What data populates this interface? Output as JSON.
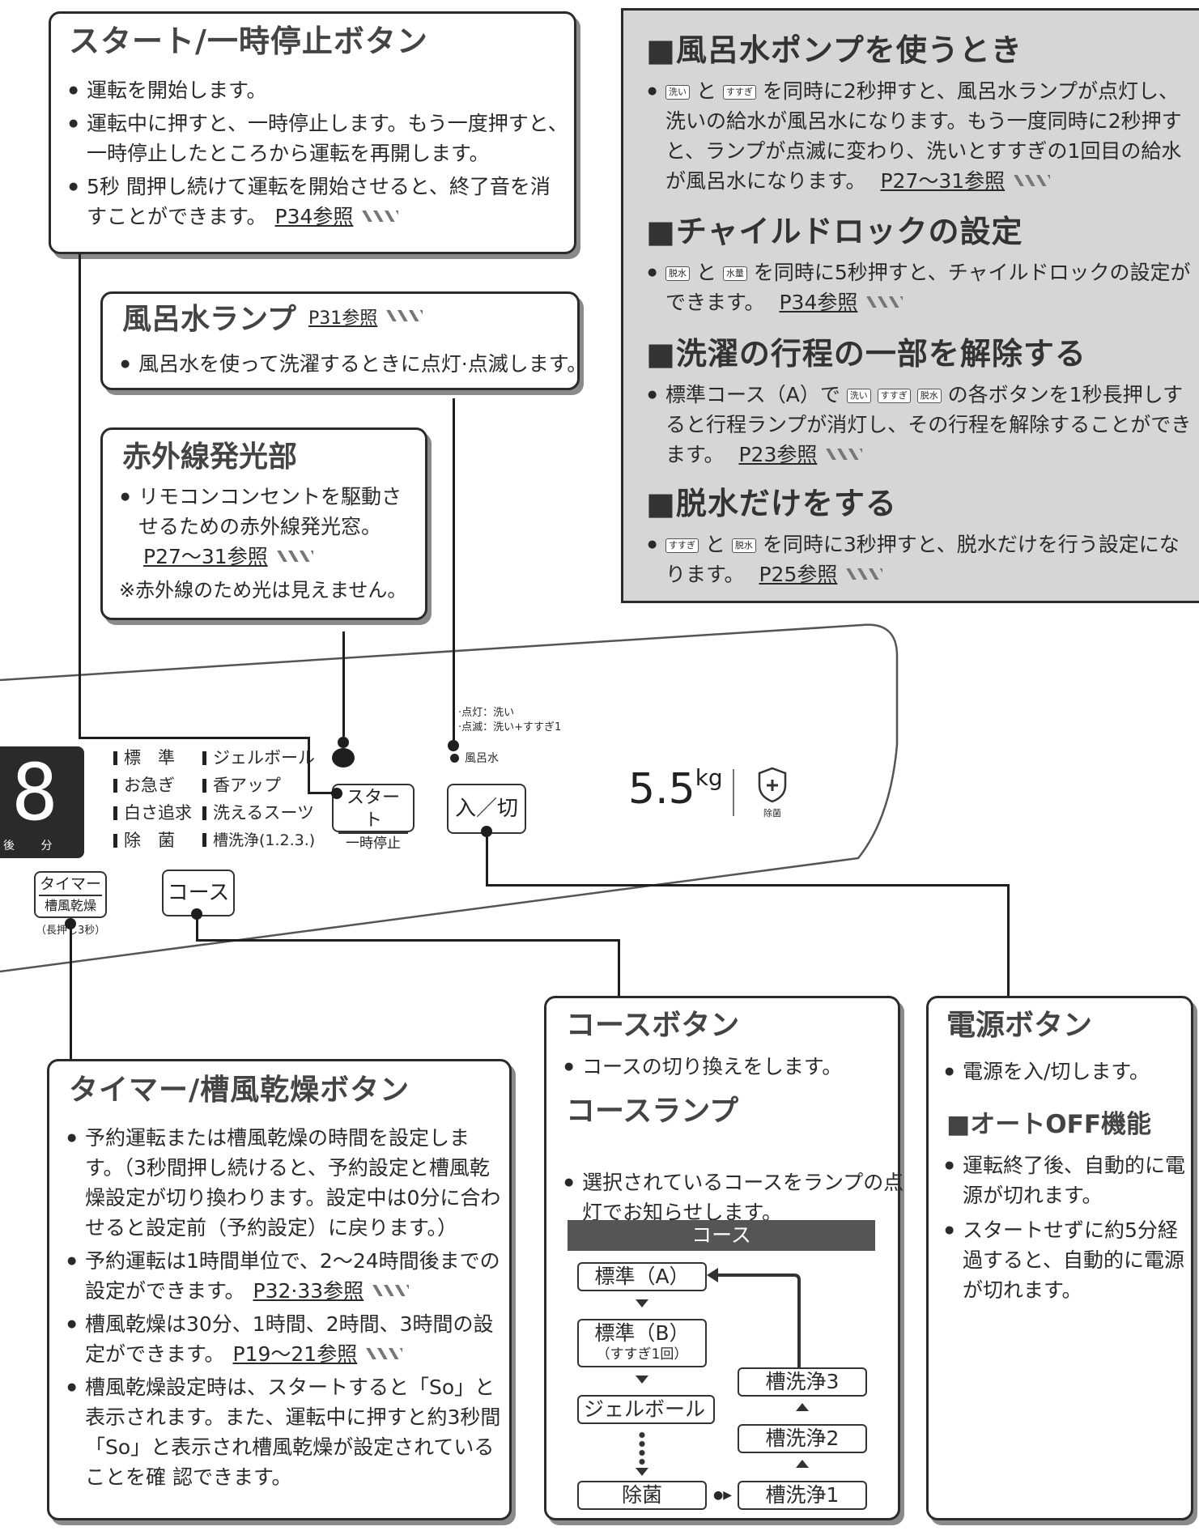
{
  "start_box": {
    "title": "スタート/一時停止ボタン",
    "items": [
      "運転を開始します。",
      "運転中に押すと、一時停止します。もう一度押すと、一時停止したところから運転を再開します。",
      "5秒 間押し続けて運転を開始させると、終了音を消すことができます。"
    ],
    "ref": "P34参照"
  },
  "furo_lamp_box": {
    "title": "風呂水ランプ",
    "ref": "P31参照",
    "item": "風呂水を使って洗濯するときに点灯·点滅します。"
  },
  "ir_box": {
    "title": "赤外線発光部",
    "item": "リモコンコンセントを駆動させるための赤外線発光窓。",
    "ref": "P27〜31参照",
    "note": "※赤外線のため光は見えません。"
  },
  "gray_panel": {
    "s1_title": "■風呂水ポンプを使うとき",
    "s1_k1": "洗い",
    "s1_and": "と",
    "s1_k2": "すすぎ",
    "s1_text": "を同時に2秒押すと、風呂水ランプが点灯し、洗いの給水が風呂水になります。もう一度同時に2秒押すと、ランプが点滅に変わり、洗いとすすぎの1回目の給水が風呂水になります。",
    "s1_ref": "P27〜31参照",
    "s2_title": "■チャイルドロックの設定",
    "s2_k1": "脱水",
    "s2_and": "と",
    "s2_k2": "水量",
    "s2_text": "を同時に5秒押すと、チャイルドロックの設定ができます。",
    "s2_ref": "P34参照",
    "s3_title": "■洗濯の行程の一部を解除する",
    "s3_text_a": "標準コース（A）で",
    "s3_k1": "洗い",
    "s3_k2": "すすぎ",
    "s3_k3": "脱水",
    "s3_text_b": "の各ボタンを1秒長押しすると行程ランプが消灯し、その行程を解除することができます。",
    "s3_ref": "P23参照",
    "s4_title": "■脱水だけをする",
    "s4_k1": "すすぎ",
    "s4_and": "と",
    "s4_k2": "脱水",
    "s4_text": "を同時に3秒押すと、脱水だけを行う設定になります。",
    "s4_ref": "P25参照"
  },
  "panel": {
    "digit": "8",
    "digit_unit": "後 分",
    "lamps_col1": [
      "標　準",
      "お急ぎ",
      "白さ追求",
      "除　菌"
    ],
    "lamps_col2": [
      "ジェルボール",
      "香アップ",
      "洗えるスーツ",
      "槽洗浄(1.2.3.)"
    ],
    "start_top": "スタート",
    "start_bottom": "一時停止",
    "power": "入／切",
    "furo_note1": "·点灯：洗い",
    "furo_note2": "·点滅：洗い+すすぎ1",
    "furo_label": "風呂水",
    "capacity": "5.5",
    "capacity_unit": "kg",
    "jokin": "除菌",
    "timer_top": "タイマー",
    "timer_bottom": "槽風乾燥",
    "timer_note": "（長押し3秒）",
    "course": "コース"
  },
  "course_box": {
    "title": "コースボタン",
    "item": "コースの切り換えをします。",
    "title2": "コースランプ",
    "item2": "選択されているコースをランプの点灯でお知らせします。",
    "flow_header": "コース",
    "flow": {
      "std_a": "標準（A）",
      "std_b": "標準（B）",
      "std_b_sub": "（すすぎ1回）",
      "gel": "ジェルボール",
      "jokin": "除菌",
      "so1": "槽洗浄1",
      "so2": "槽洗浄2",
      "so3": "槽洗浄3"
    }
  },
  "power_box": {
    "title": "電源ボタン",
    "item": "電源を入/切します。",
    "title2": "■オートOFF機能",
    "items": [
      "運転終了後、自動的に電源が切れます。",
      "スタートせずに約5分経過すると、自動的に電源が切れます。"
    ]
  },
  "timer_box": {
    "title": "タイマー/槽風乾燥ボタン",
    "items": [
      "予約運転または槽風乾燥の時間を設定します。（3秒間押し続けると、予約設定と槽風乾燥設定が切り換わります。設定中は0分に合わせると設定前（予約設定）に戻ります。）",
      "予約運転は1時間単位で、2〜24時間後までの設定ができます。",
      "槽風乾燥は30分、1時間、2時間、3時間の設定ができます。",
      "槽風乾燥設定時は、スタートすると「So」と表示されます。また、運転中に押すと約3秒間「So」と表示され槽風乾燥が設定されていることを確 認できます。"
    ],
    "ref2": "P32·33参照",
    "ref3": "P19〜21参照"
  }
}
